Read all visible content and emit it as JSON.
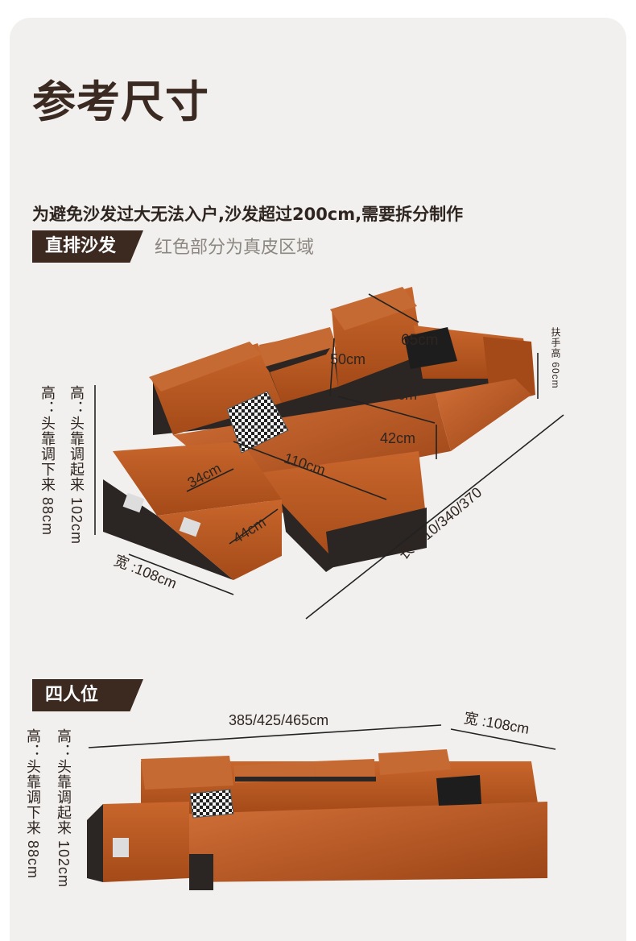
{
  "heading": "参考尺寸",
  "note": "为避免沙发过大无法入户,沙发超过200cm,需要拆分制作",
  "section_lshape": {
    "tag": "直排沙发",
    "subtitle": "红色部分为真皮区域",
    "height_label_1": "高：头靠调起来 102cm",
    "height_label_2": "高：头靠调下来 88cm",
    "armrest_label": "扶手高 60cm",
    "dims": {
      "headrest": "65cm",
      "back": "50cm",
      "seat_depth": "60cm",
      "seat_height": "42cm",
      "chaise_length": "110cm",
      "chaise_arm": "34cm",
      "chaise_front": "44cm",
      "width": "宽 :108cm",
      "length": "长 :310/340/370"
    }
  },
  "section_four": {
    "tag": "四人位",
    "length": "385/425/465cm",
    "width": "宽 :108cm",
    "height_label_1": "高：头靠调起来 102cm",
    "height_label_2": "高：头靠调下来 88cm"
  },
  "colors": {
    "panel": "#f1f0ee",
    "tag": "#3c2a21",
    "leather": "#b4541f",
    "leather_light": "#c8662c",
    "leather_dark": "#8a3d14",
    "base": "#2b2523"
  }
}
